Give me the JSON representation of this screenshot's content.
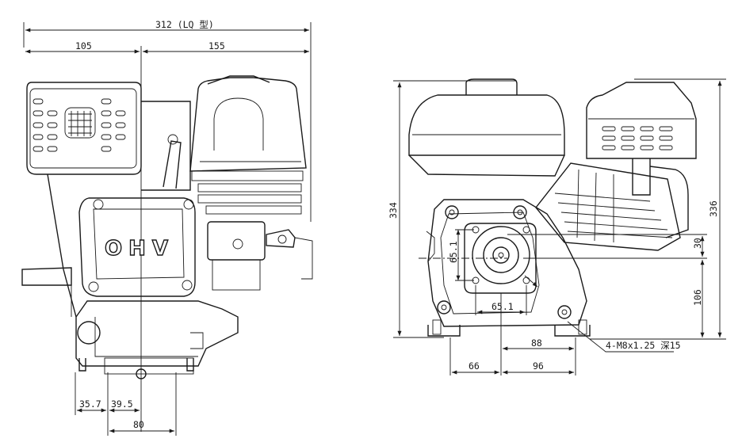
{
  "left_view": {
    "dims": {
      "overall": "312 (LQ 型)",
      "left": "105",
      "right": "155",
      "bottom_a": "35.7",
      "bottom_b": "39.5",
      "bottom_c": "80"
    },
    "cover_text": "OHV"
  },
  "right_view": {
    "dims": {
      "height_left": "334",
      "height_right": "336",
      "offset_30": "30",
      "offset_106": "106",
      "bolt_v": "65.1",
      "bolt_h": "65.1",
      "base_88": "88",
      "base_66": "66",
      "base_96": "96",
      "thread": "4-M8x1.25 深15"
    }
  }
}
